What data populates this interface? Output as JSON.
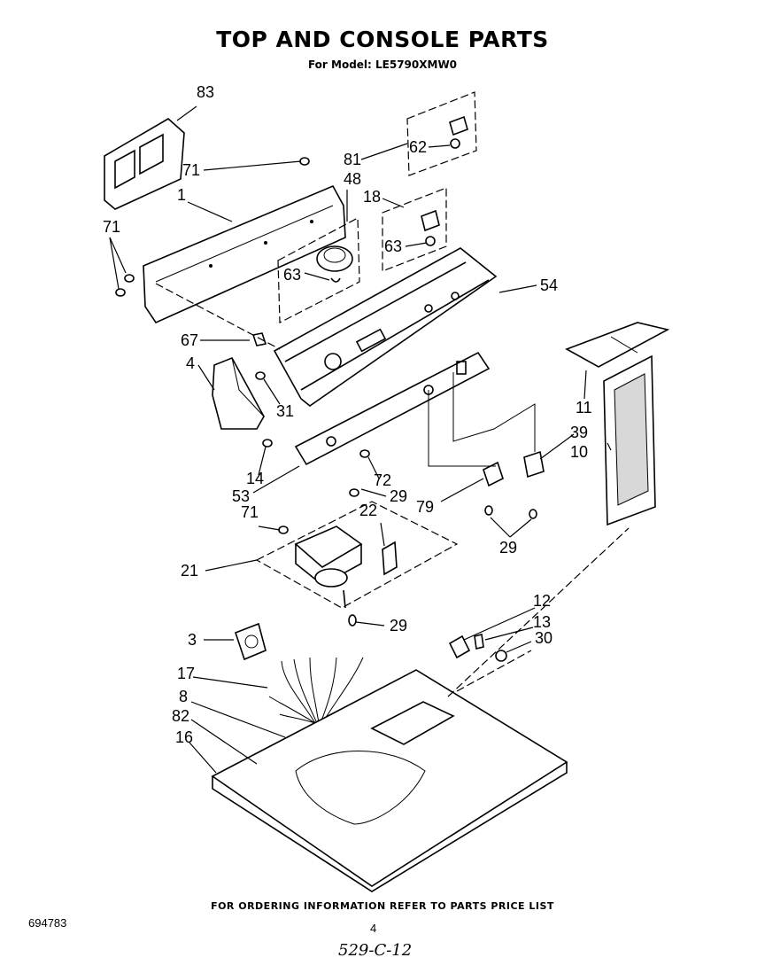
{
  "header": {
    "title": "TOP AND CONSOLE PARTS",
    "model_line": "For Model: LE5790XMW0"
  },
  "callouts": [
    {
      "id": "83",
      "label": "83"
    },
    {
      "id": "71a",
      "label": "71"
    },
    {
      "id": "1",
      "label": "1"
    },
    {
      "id": "71b",
      "label": "71"
    },
    {
      "id": "48",
      "label": "48"
    },
    {
      "id": "81",
      "label": "81"
    },
    {
      "id": "62",
      "label": "62"
    },
    {
      "id": "18",
      "label": "18"
    },
    {
      "id": "63a",
      "label": "63"
    },
    {
      "id": "63b",
      "label": "63"
    },
    {
      "id": "54",
      "label": "54"
    },
    {
      "id": "67",
      "label": "67"
    },
    {
      "id": "4",
      "label": "4"
    },
    {
      "id": "31",
      "label": "31"
    },
    {
      "id": "11",
      "label": "11"
    },
    {
      "id": "39",
      "label": "39"
    },
    {
      "id": "10",
      "label": "10"
    },
    {
      "id": "14",
      "label": "14"
    },
    {
      "id": "53",
      "label": "53"
    },
    {
      "id": "72",
      "label": "72"
    },
    {
      "id": "29a",
      "label": "29"
    },
    {
      "id": "79",
      "label": "79"
    },
    {
      "id": "71c",
      "label": "71"
    },
    {
      "id": "22",
      "label": "22"
    },
    {
      "id": "29b",
      "label": "29"
    },
    {
      "id": "21",
      "label": "21"
    },
    {
      "id": "12",
      "label": "12"
    },
    {
      "id": "29c",
      "label": "29"
    },
    {
      "id": "13",
      "label": "13"
    },
    {
      "id": "3",
      "label": "3"
    },
    {
      "id": "30",
      "label": "30"
    },
    {
      "id": "17",
      "label": "17"
    },
    {
      "id": "8",
      "label": "8"
    },
    {
      "id": "82",
      "label": "82"
    },
    {
      "id": "16",
      "label": "16"
    }
  ],
  "footer": {
    "ordering_note": "FOR ORDERING INFORMATION REFER TO PARTS PRICE LIST",
    "doc_number": "694783",
    "page_number": "4",
    "handwritten_code": "529-C-12"
  }
}
